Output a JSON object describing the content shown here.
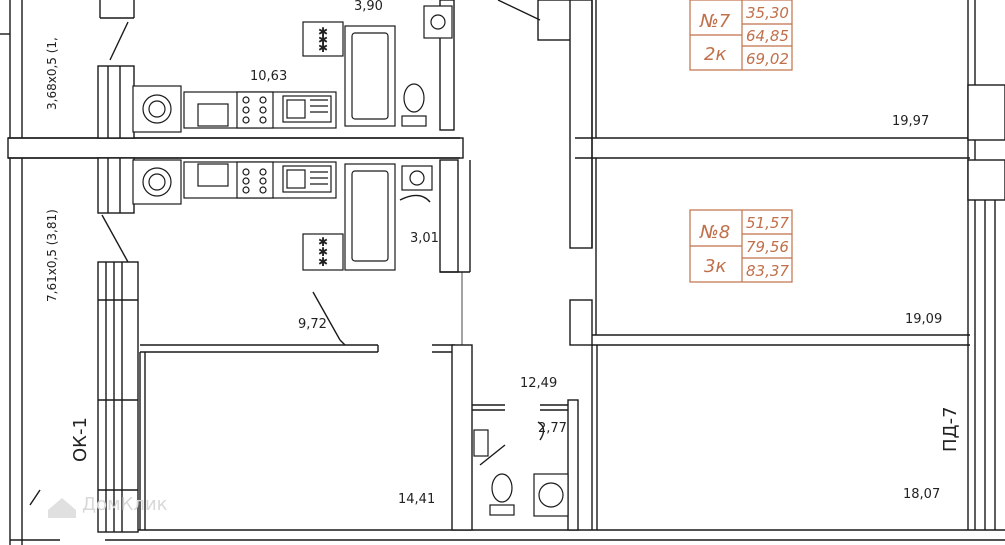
{
  "plan": {
    "line_color": "#1a1a1a",
    "stamp_color": "#c0704a",
    "rooms": [
      {
        "id": "r1",
        "area": "3,90"
      },
      {
        "id": "r2",
        "area": "10,63"
      },
      {
        "id": "r3",
        "area": "19,97"
      },
      {
        "id": "r4",
        "area": "3,01"
      },
      {
        "id": "r5",
        "area": "9,72"
      },
      {
        "id": "r6",
        "area": "19,09"
      },
      {
        "id": "r7",
        "area": "12,49"
      },
      {
        "id": "r8",
        "area": "2,77"
      },
      {
        "id": "r9",
        "area": "14,41"
      },
      {
        "id": "r10",
        "area": "18,07"
      }
    ],
    "window_dims": {
      "top": "3,68x0,5 (1,",
      "middle": "7,61x0,5 (3,81)"
    },
    "section_tags": {
      "left": "ОК-1",
      "right": "ПД-7"
    },
    "apartments": [
      {
        "number": "№7",
        "rooms": "2к",
        "living": "35,30",
        "total": "64,85",
        "total_with_balcony": "69,02"
      },
      {
        "number": "№8",
        "rooms": "3к",
        "living": "51,57",
        "total": "79,56",
        "total_with_balcony": "83,37"
      }
    ],
    "watermark": "ДомКлик",
    "watermark_icon": "house-logo-icon"
  }
}
